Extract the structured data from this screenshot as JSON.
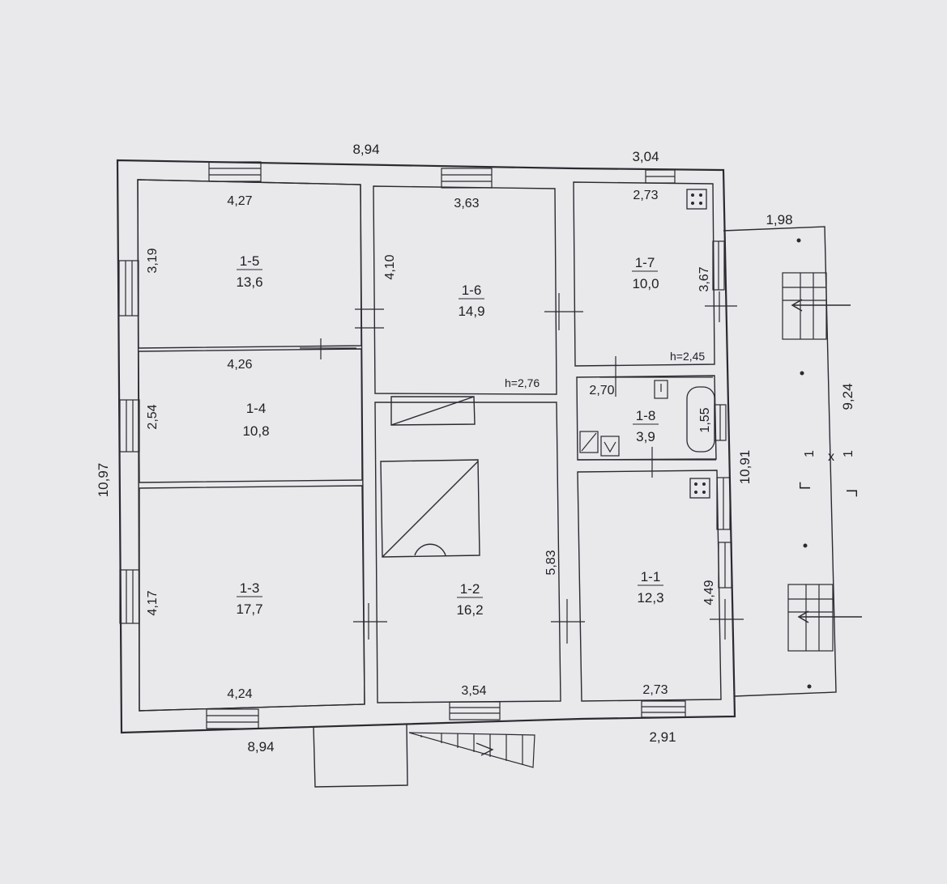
{
  "colors": {
    "paper": "#e9e9ec",
    "ink": "#2a2a30"
  },
  "outer_dims": {
    "top_main": "8,94",
    "top_right": "3,04",
    "bottom_main": "8,94",
    "bottom_right": "2,91",
    "left": "10,97",
    "right": "10,91",
    "terrace_top": "1,98",
    "terrace_right": "9,24"
  },
  "rooms": [
    {
      "id": "1-5",
      "area": "13,6",
      "dims": [
        "4,27",
        "3,19"
      ]
    },
    {
      "id": "1-6",
      "area": "14,9",
      "dims": [
        "3,63",
        "4,10"
      ],
      "height": "h=2,76"
    },
    {
      "id": "1-7",
      "area": "10,0",
      "dims": [
        "2,73",
        "3,67"
      ],
      "height": "h=2,45"
    },
    {
      "id": "1-4",
      "area": "10,8",
      "dims": [
        "4,26",
        "2,54"
      ]
    },
    {
      "id": "1-8",
      "area": "3,9",
      "dims": [
        "2,70",
        "1,55"
      ]
    },
    {
      "id": "1-3",
      "area": "17,7",
      "dims": [
        "4,24",
        "4,17"
      ]
    },
    {
      "id": "1-2",
      "area": "16,2",
      "dims": [
        "3,54",
        "5,83"
      ]
    },
    {
      "id": "1-1",
      "area": "12,3",
      "dims": [
        "2,73",
        "4,49"
      ]
    }
  ],
  "terrace_marks": [
    "Г",
    "1",
    "х",
    "1",
    "Г"
  ],
  "icons": [
    "stove-icon",
    "bathtub-icon",
    "sink-icon",
    "toilet-icon",
    "stair-icon",
    "entry-arrow-icon",
    "fireplace-icon"
  ]
}
